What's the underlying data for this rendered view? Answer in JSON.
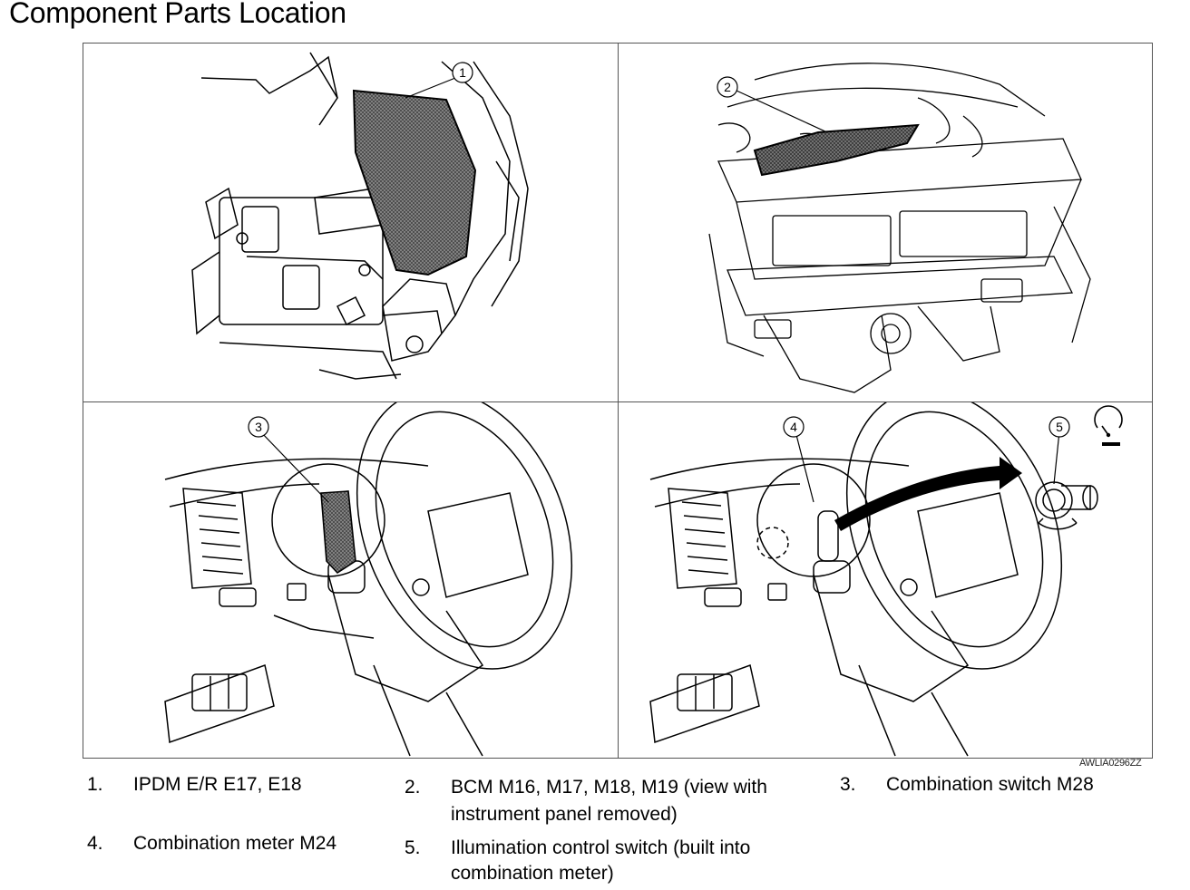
{
  "title": "Component Parts Location",
  "figure_id": "AWLIA0296ZZ",
  "callouts": [
    "1",
    "2",
    "3",
    "4",
    "5"
  ],
  "legend": [
    {
      "num": "1.",
      "lines": [
        "IPDM E/R E17, E18"
      ]
    },
    {
      "num": "2.",
      "lines": [
        "BCM M16, M17, M18, M19 (view with",
        "instrument panel removed)"
      ]
    },
    {
      "num": "3.",
      "lines": [
        "Combination switch M28"
      ]
    },
    {
      "num": "4.",
      "lines": [
        "Combination meter M24"
      ]
    },
    {
      "num": "5.",
      "lines": [
        "Illumination control switch (built into",
        "combination meter)"
      ]
    }
  ],
  "icons": {
    "panel1": "engine-compartment-ipdm-illustration",
    "panel2": "dashboard-bcm-illustration",
    "panel3": "steering-column-switch-illustration",
    "panel4": "combination-meter-illustration",
    "gauge": "speedometer-icon"
  },
  "colors": {
    "line": "#000000",
    "hatch": "#6a6a6a",
    "border": "#555555"
  }
}
